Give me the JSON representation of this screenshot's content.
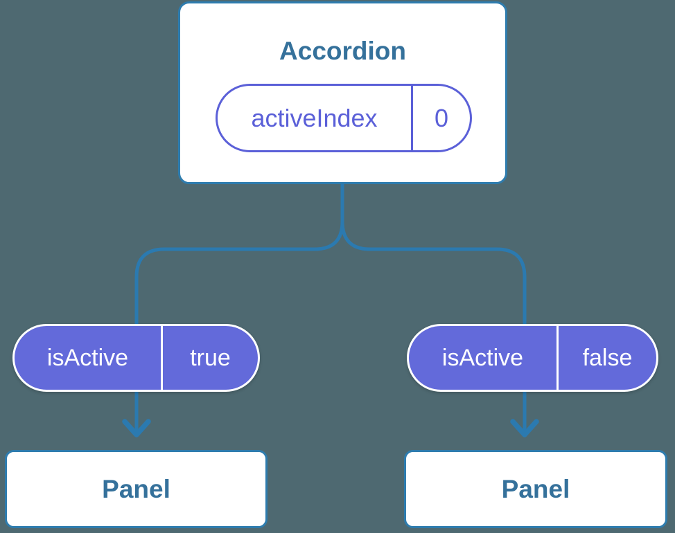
{
  "diagram": {
    "accordion": {
      "title": "Accordion",
      "state": {
        "label": "activeIndex",
        "value": "0"
      }
    },
    "pills": [
      {
        "label": "isActive",
        "value": "true"
      },
      {
        "label": "isActive",
        "value": "false"
      }
    ],
    "panels": [
      {
        "title": "Panel"
      },
      {
        "title": "Panel"
      }
    ]
  },
  "colors": {
    "background": "#4e6971",
    "line_blue": "#2b7ab0",
    "card_border_blue": "#2e7cae",
    "heading_blue": "#35719b",
    "pill_purple": "#636ada",
    "state_purple": "#5b60d8",
    "card_white": "#ffffff",
    "pill_text_white": "#ffffff"
  }
}
